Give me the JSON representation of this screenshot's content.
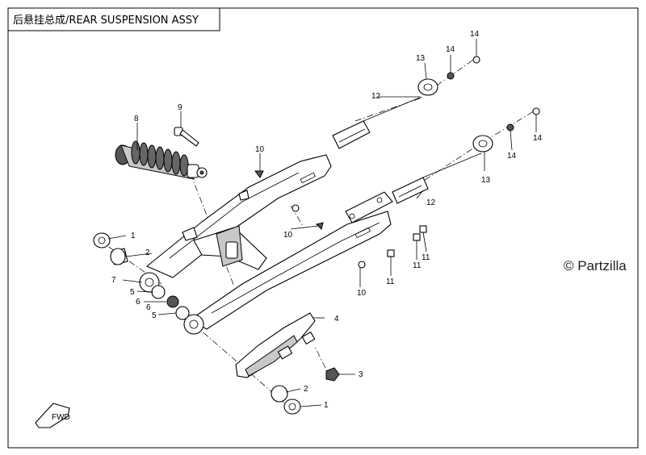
{
  "diagram": {
    "title": "后悬挂总成/REAR SUSPENSION  ASSY",
    "watermark": "© Partzilla",
    "fwd_label": "FWD",
    "callouts": [
      {
        "id": "c1a",
        "label": "1"
      },
      {
        "id": "c1b",
        "label": "1"
      },
      {
        "id": "c2a",
        "label": "2"
      },
      {
        "id": "c2b",
        "label": "2"
      },
      {
        "id": "c3",
        "label": "3"
      },
      {
        "id": "c4",
        "label": "4"
      },
      {
        "id": "c5a",
        "label": "5"
      },
      {
        "id": "c5b",
        "label": "5"
      },
      {
        "id": "c6a",
        "label": "6"
      },
      {
        "id": "c6b",
        "label": "6"
      },
      {
        "id": "c7",
        "label": "7"
      },
      {
        "id": "c8",
        "label": "8"
      },
      {
        "id": "c9",
        "label": "9"
      },
      {
        "id": "c10a",
        "label": "10"
      },
      {
        "id": "c10b",
        "label": "10"
      },
      {
        "id": "c10c",
        "label": "10"
      },
      {
        "id": "c11a",
        "label": "11"
      },
      {
        "id": "c11b",
        "label": "11"
      },
      {
        "id": "c11c",
        "label": "11"
      },
      {
        "id": "c12a",
        "label": "12"
      },
      {
        "id": "c12b",
        "label": "12"
      },
      {
        "id": "c13a",
        "label": "13"
      },
      {
        "id": "c13b",
        "label": "13"
      },
      {
        "id": "c14a",
        "label": "14"
      },
      {
        "id": "c14b",
        "label": "14"
      },
      {
        "id": "c14c",
        "label": "14"
      },
      {
        "id": "c14d",
        "label": "14"
      }
    ]
  }
}
